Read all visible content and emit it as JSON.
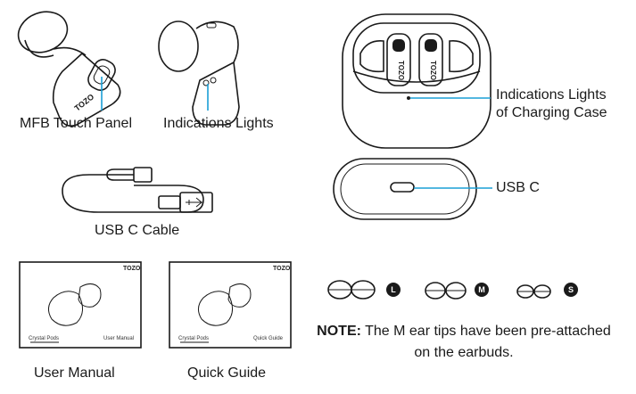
{
  "labels": {
    "mfb_touch_panel": "MFB Touch Panel",
    "indications_lights": "Indications Lights",
    "case_lights_line1": "Indications Lights",
    "case_lights_line2": "of Charging Case",
    "usb_c": "USB C",
    "usb_c_cable": "USB C Cable",
    "user_manual": "User Manual",
    "quick_guide": "Quick Guide"
  },
  "branding": {
    "brand": "TOZO",
    "product": "Crystal Pods"
  },
  "booklets": {
    "user_manual_cover": "User Manual",
    "quick_guide_cover": "Quick Guide"
  },
  "ear_tips": [
    {
      "size": "L"
    },
    {
      "size": "M"
    },
    {
      "size": "S"
    }
  ],
  "note": {
    "prefix": "NOTE:",
    "line1": " The M ear tips have been pre-attached",
    "line2": "on the earbuds."
  },
  "colors": {
    "callout": "#1a9fd6",
    "ink": "#1a1a1a"
  }
}
